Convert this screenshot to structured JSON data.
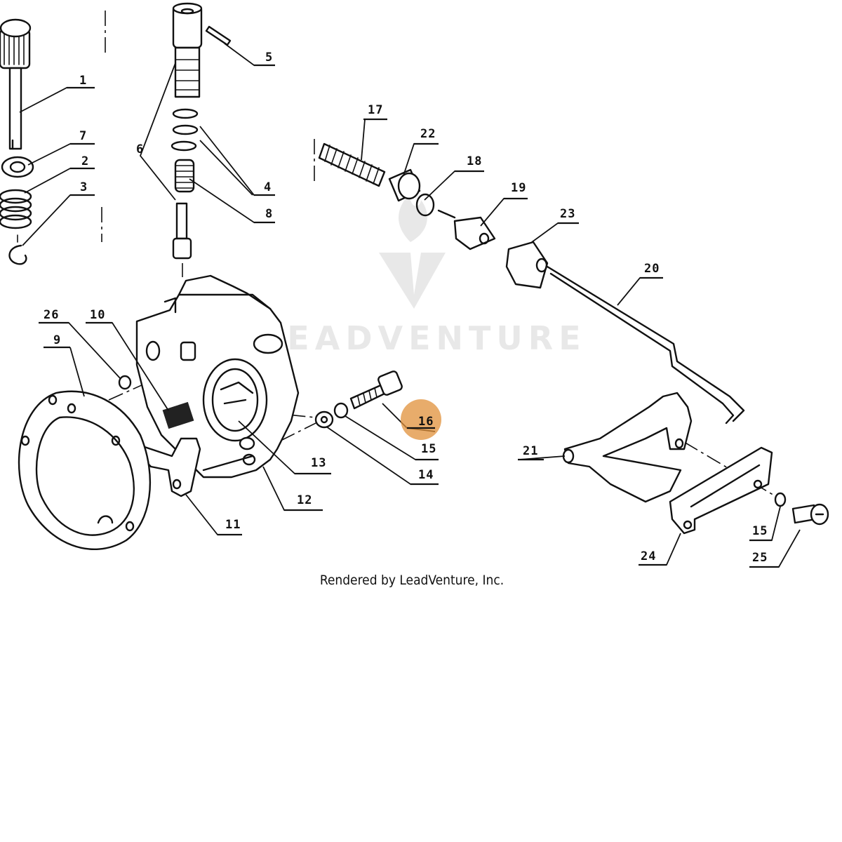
{
  "diagram": {
    "credit": "Rendered by LeadVenture, Inc.",
    "watermark": "LEADVENTURE",
    "highlight_color": "#e0903a",
    "highlighted_part": "16",
    "labels": {
      "p1": "1",
      "p2": "2",
      "p3": "3",
      "p4": "4",
      "p5": "5",
      "p6": "6",
      "p7": "7",
      "p8": "8",
      "p9": "9",
      "p10": "10",
      "p11": "11",
      "p12": "12",
      "p13": "13",
      "p14": "14",
      "p15a": "15",
      "p15b": "15",
      "p16": "16",
      "p17": "17",
      "p18": "18",
      "p19": "19",
      "p20": "20",
      "p21": "21",
      "p22": "22",
      "p23": "23",
      "p24": "24",
      "p25": "25",
      "p26": "26"
    }
  }
}
